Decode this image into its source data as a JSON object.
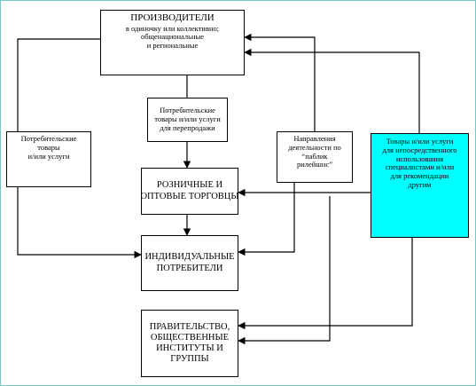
{
  "boxes": {
    "producers": {
      "title": "ПРОИЗВОДИТЕЛИ",
      "lines": [
        "в одиночку или коллективно;",
        "общенациональные",
        "и региональные"
      ]
    },
    "resale": {
      "lines": [
        "Потребительские",
        "товары и/или услуги",
        "для перепродажи"
      ]
    },
    "consumer_goods": {
      "lines": [
        "Потребительские",
        "товары",
        "и/или  услуги"
      ]
    },
    "directions": {
      "lines": [
        "Направления",
        "деятельности по",
        "“паблик",
        "рилейшнс”"
      ]
    },
    "specialists": {
      "lines": [
        "Товары и/или услуги",
        "для непосредственного",
        "использования",
        "специалистами и/или",
        "для рекомендации",
        "другим"
      ]
    },
    "retail": {
      "lines": [
        "РОЗНИЧНЫЕ И",
        "ОПТОВЫЕ ТОРГОВЦЫ"
      ]
    },
    "individuals": {
      "lines": [
        "ИНДИВИДУАЛЬНЫЕ",
        "ПОТРЕБИТЕЛИ"
      ]
    },
    "government": {
      "lines": [
        "ПРАВИТЕЛЬСТВО,",
        "ОБЩЕСТВЕННЫЕ",
        "ИНСТИТУТЫ И",
        "ГРУППЫ"
      ]
    }
  },
  "colors": {
    "highlight_box": "#00ffff",
    "frame": "#7fc4c4",
    "line": "#000000"
  }
}
